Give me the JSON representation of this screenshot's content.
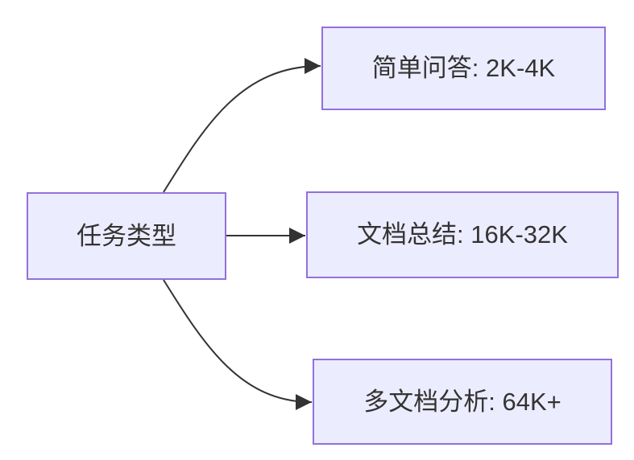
{
  "diagram": {
    "type": "flowchart-left-to-right",
    "root": {
      "label": "任务类型"
    },
    "branches": [
      {
        "label": "简单问答: 2K-4K"
      },
      {
        "label": "文档总结: 16K-32K"
      },
      {
        "label": "多文档分析: 64K+"
      }
    ],
    "colors": {
      "node_fill": "#ECECFF",
      "node_border": "#9370DB",
      "edge": "#333333",
      "arrowhead": "#333333",
      "text": "#333333",
      "canvas": "#FFFFFF"
    }
  }
}
